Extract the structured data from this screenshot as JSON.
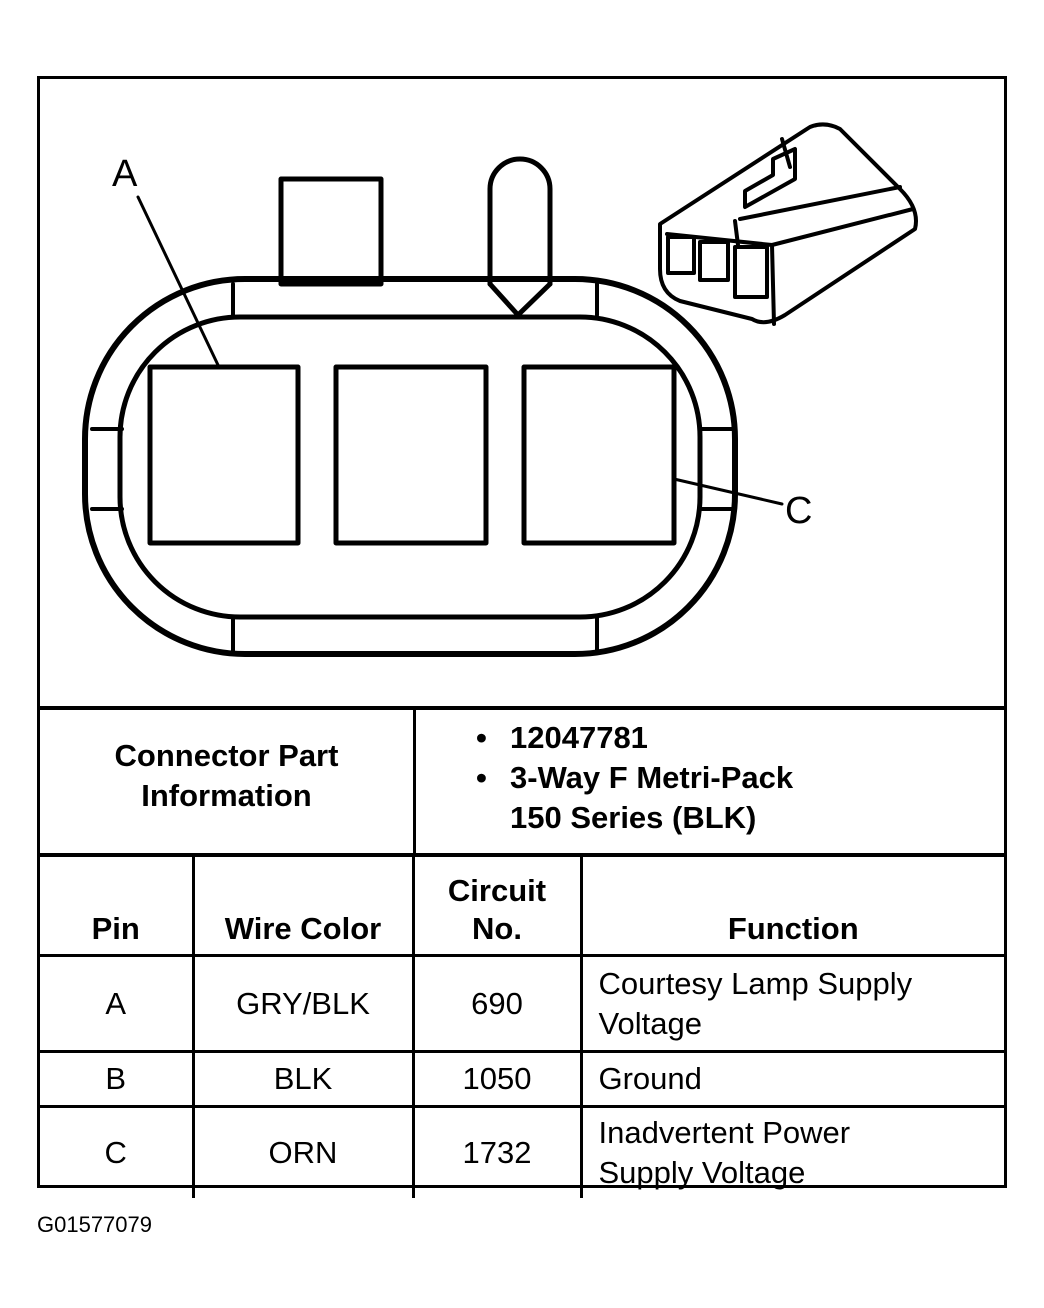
{
  "diagram": {
    "callout_a": "A",
    "callout_c": "C"
  },
  "connector_info": {
    "label": "Connector Part Information",
    "items": [
      "12047781",
      "3-Way F Metri-Pack 150 Series (BLK)"
    ]
  },
  "table": {
    "headers": {
      "pin": "Pin",
      "wire_color": "Wire Color",
      "circuit": "Circuit No.",
      "function": "Function"
    },
    "rows": [
      {
        "pin": "A",
        "wire_color": "GRY/BLK",
        "circuit": "690",
        "function": "Courtesy Lamp Supply Voltage"
      },
      {
        "pin": "B",
        "wire_color": "BLK",
        "circuit": "1050",
        "function": "Ground"
      },
      {
        "pin": "C",
        "wire_color": "ORN",
        "circuit": "1732",
        "function": "Inadvertent Power Supply Voltage"
      }
    ]
  },
  "figure_id": "G01577079"
}
